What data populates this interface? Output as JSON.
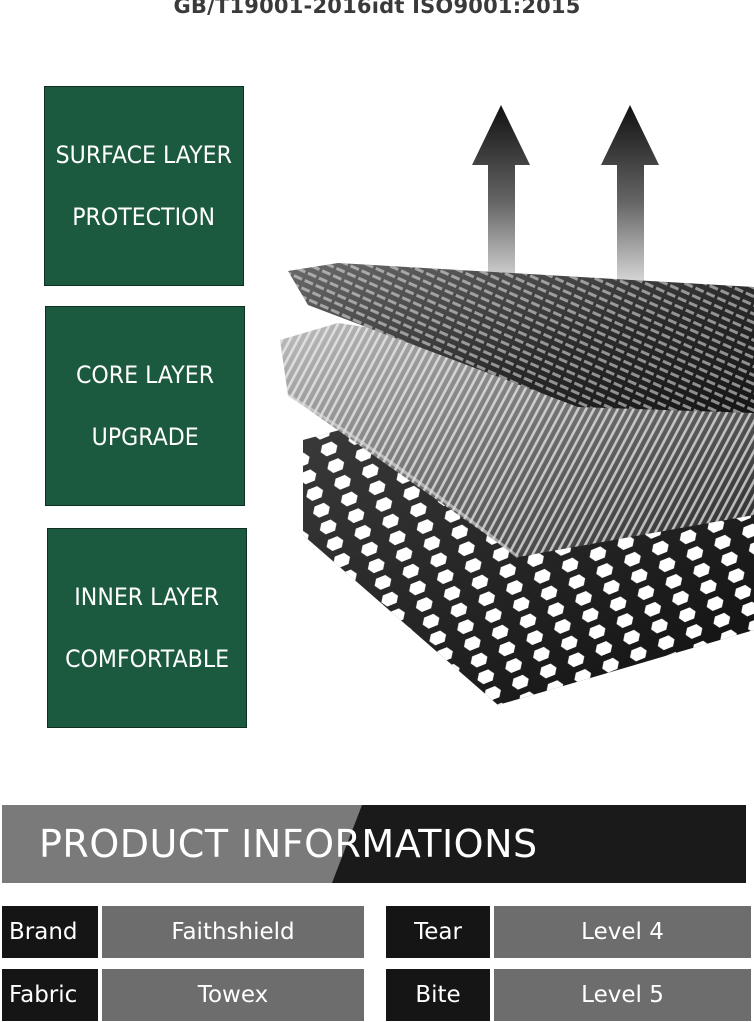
{
  "certification": "GB/T19001-2016idt ISO9001:2015",
  "layers": [
    {
      "line1": "SURFACE LAYER",
      "line2": "PROTECTION"
    },
    {
      "line1": "CORE LAYER",
      "line2": "UPGRADE"
    },
    {
      "line1": "INNER LAYER",
      "line2": "COMFORTABLE"
    }
  ],
  "banner": {
    "title": "PRODUCT INFORMATIONS"
  },
  "specs": {
    "brand": {
      "label": "Brand",
      "value": "Faithshield"
    },
    "fabric": {
      "label": "Fabric",
      "value": "Towex"
    },
    "tear": {
      "label": "Tear",
      "value": "Level 4"
    },
    "bite": {
      "label": "Bite",
      "value": "Level 5"
    }
  },
  "colors": {
    "layer_box": "#1c5a3f",
    "banner_light": "#7a7a7a",
    "banner_dark": "#1a1a1a",
    "spec_label": "#151515",
    "spec_value": "#6d6d6d"
  },
  "icons": [
    "up-arrow-icon",
    "up-arrow-icon"
  ]
}
